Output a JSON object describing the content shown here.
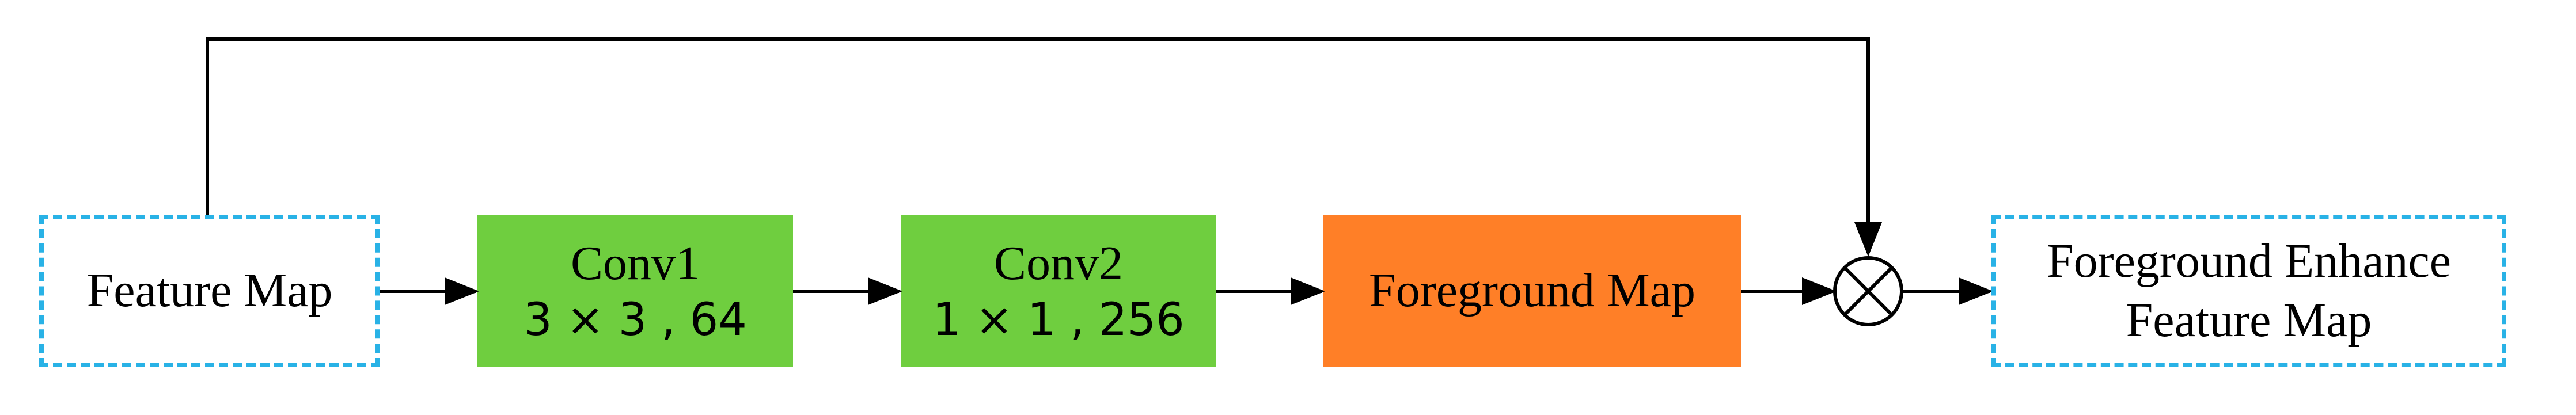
{
  "nodes": {
    "feature_map": {
      "label": "Feature Map"
    },
    "conv1": {
      "label": "Conv1",
      "params": "3 × 3 , 64"
    },
    "conv2": {
      "label": "Conv2",
      "params": "1 × 1 , 256"
    },
    "foreground_map": {
      "label": "Foreground Map"
    },
    "output": {
      "line1": "Foreground Enhance",
      "line2": "Feature Map"
    }
  },
  "operators": {
    "multiply": {
      "symbol": "⊗",
      "name": "element-wise multiplication"
    }
  },
  "colors": {
    "conv_fill": "#6fce3f",
    "foreground_fill": "#ff7f27",
    "dashed_border": "#29b2e6",
    "line": "#000000"
  }
}
